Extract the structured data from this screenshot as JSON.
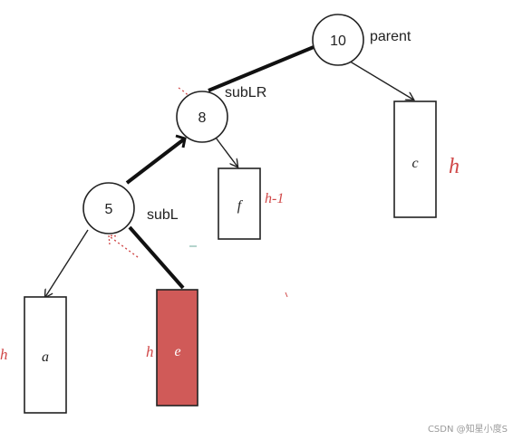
{
  "nodes": {
    "parent": {
      "value": "10",
      "label": "parent"
    },
    "subLR": {
      "value": "8",
      "label": "subLR"
    },
    "subL": {
      "value": "5",
      "label": "subL"
    }
  },
  "subtrees": {
    "a": {
      "label": "a",
      "height": "h"
    },
    "e": {
      "label": "e",
      "height": "h",
      "highlight_color": "#d05a58"
    },
    "f": {
      "label": "f",
      "height": "h-1"
    },
    "c": {
      "label": "c",
      "height": "h"
    }
  },
  "colors": {
    "highlight": "#d05a58",
    "height_text": "#d04848",
    "edge": "#222222"
  },
  "watermark": "CSDN @知星小度S"
}
